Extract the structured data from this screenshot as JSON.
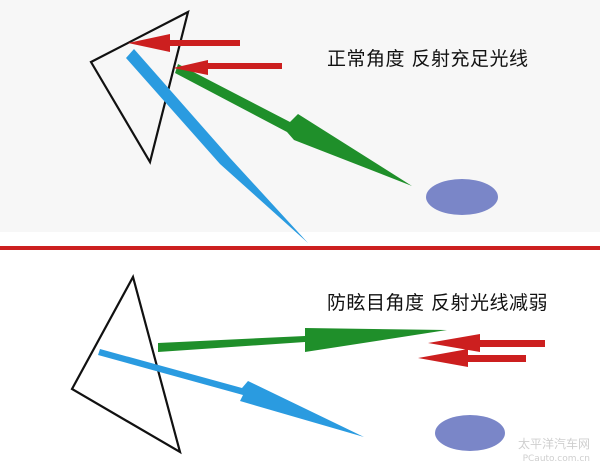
{
  "panels": {
    "top": {
      "caption": "正常角度  反射充足光线"
    },
    "bottom": {
      "caption": "防眩目角度  反射光线减弱"
    }
  },
  "watermark": {
    "line1": "太平洋汽车网",
    "line2": "PCauto.com.cn"
  },
  "colors": {
    "incoming_arrow": "#cc1f1f",
    "reflected_arrow": "#1f8f2a",
    "eye_line": "#2a9be0",
    "eye_ellipse": "#7a86c8",
    "divider": "#cc1f1f",
    "mirror_outline": "#111111"
  }
}
